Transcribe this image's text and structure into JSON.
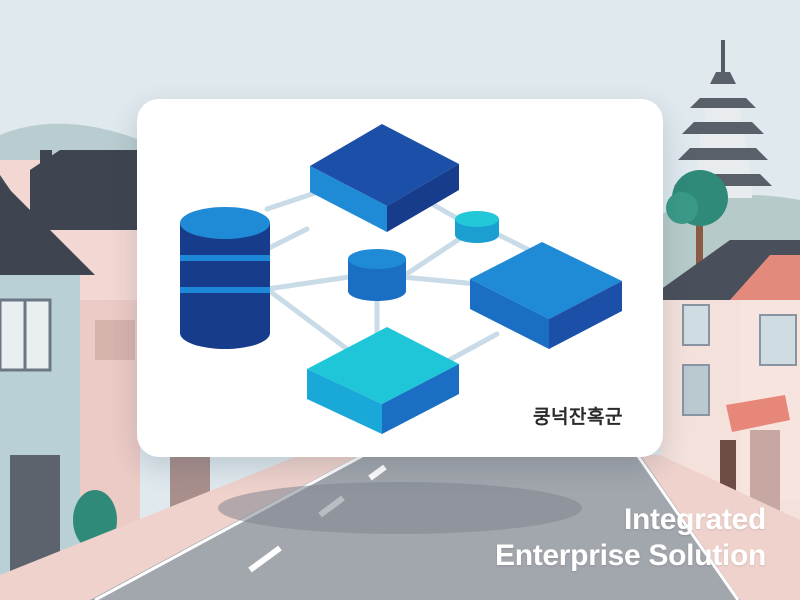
{
  "card": {
    "label": "쿵넉잔혹군"
  },
  "tagline": {
    "line1": "Integrated",
    "line2": "Enterprise Solution"
  },
  "colors": {
    "sky": "#dfe9ee",
    "navy": "#173c8c",
    "blue": "#1e88d8",
    "cyan": "#1fc6d8",
    "road": "#9a9ea6",
    "sidewalk": "#e9c9c4",
    "text_white": "#ffffff"
  }
}
